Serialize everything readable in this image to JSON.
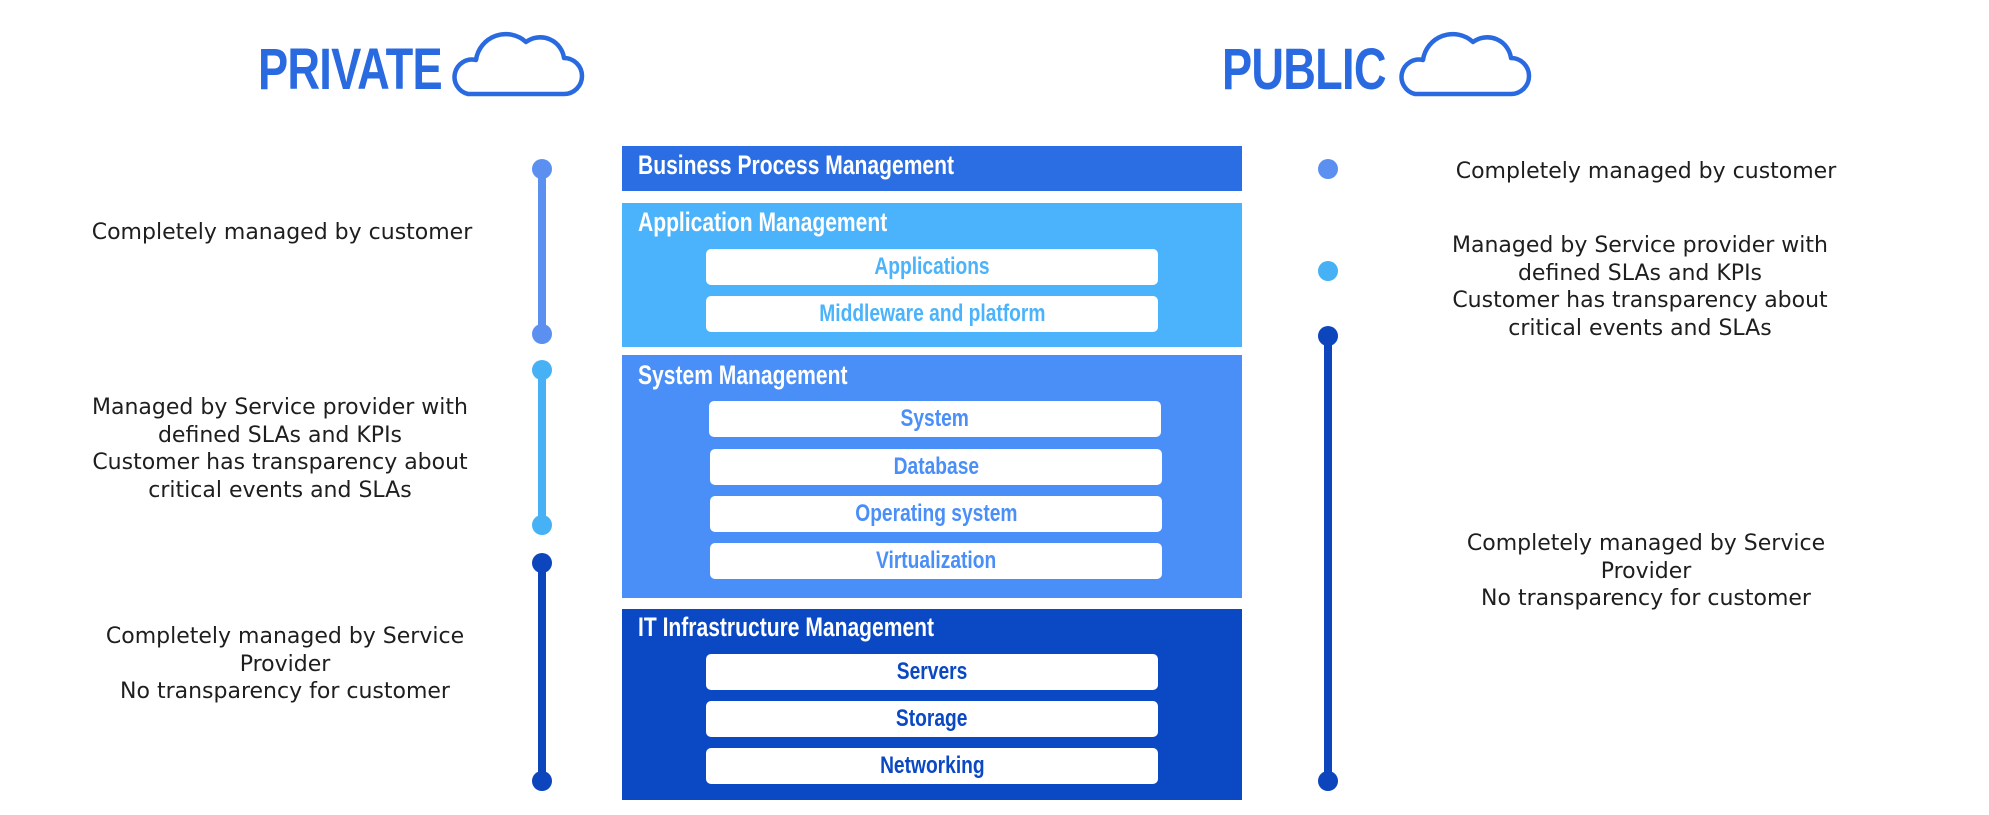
{
  "colors": {
    "title": "#2a6ae0",
    "bpm": "#2b6ee3",
    "app": "#4bb3fb",
    "sys": "#4a8ef8",
    "infra": "#0a48c4",
    "line_top": "#5b8ff0",
    "line_mid": "#47b1f6",
    "line_bottom": "#0d45bd"
  },
  "private": {
    "title": "PRIVATE",
    "icon": "cloud-icon",
    "desc_customer": "Completely managed by customer",
    "desc_sla": [
      "Managed by Service provider with",
      "defined SLAs and KPIs",
      "Customer has transparency about",
      "critical events and SLAs"
    ],
    "desc_provider": [
      "Completely managed by Service",
      "Provider",
      "No transparency for customer"
    ]
  },
  "public": {
    "title": "PUBLIC",
    "icon": "cloud-icon",
    "desc_customer": "Completely managed by customer",
    "desc_sla": [
      "Managed by Service provider with",
      "defined SLAs and KPIs",
      "Customer has transparency about",
      "critical events and SLAs"
    ],
    "desc_provider": [
      "Completely managed by Service",
      "Provider",
      "No transparency for customer"
    ]
  },
  "stack": {
    "bpm": {
      "title": "Business Process Management"
    },
    "app": {
      "title": "Application Management",
      "items": [
        "Applications",
        "Middleware and platform"
      ]
    },
    "sys": {
      "title": "System Management",
      "items": [
        "System",
        "Database",
        "Operating system",
        "Virtualization"
      ]
    },
    "infra": {
      "title": "IT Infrastructure Management",
      "items": [
        "Servers",
        "Storage",
        "Networking"
      ]
    }
  }
}
